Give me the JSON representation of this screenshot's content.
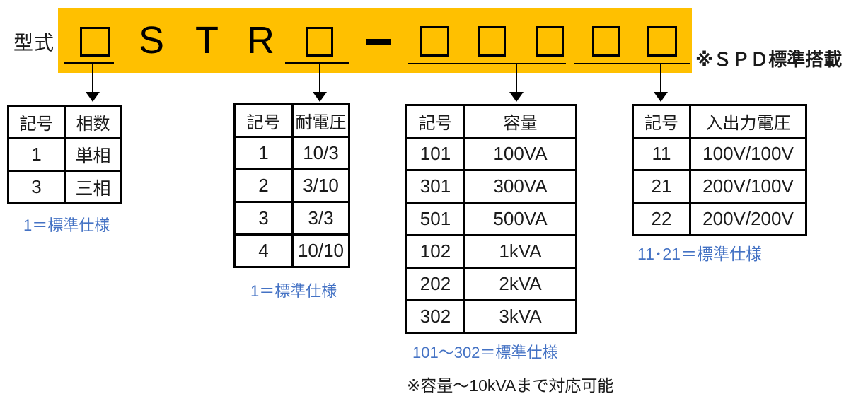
{
  "title_label": "型式",
  "banner": {
    "letters": [
      "S",
      "T",
      "R"
    ],
    "hyphen": "-",
    "spd_note": "※ＳＰＤ標準搭載",
    "box_groups": [
      {
        "boxes": 1,
        "links_to": "phase"
      },
      {
        "boxes": 1,
        "links_to": "withstand-voltage"
      },
      {
        "boxes": 3,
        "links_to": "capacity"
      },
      {
        "boxes": 2,
        "links_to": "io-voltage"
      }
    ]
  },
  "tables": [
    {
      "id": "phase",
      "headers": [
        "記号",
        "相数"
      ],
      "rows": [
        {
          "symbol": "1",
          "value": "単相",
          "standard": true
        },
        {
          "symbol": "3",
          "value": "三相",
          "standard": false
        }
      ],
      "caption": "1＝標準仕様"
    },
    {
      "id": "withstand-voltage",
      "headers": [
        "記号",
        "耐電圧"
      ],
      "rows": [
        {
          "symbol": "1",
          "value": "10/3",
          "standard": true
        },
        {
          "symbol": "2",
          "value": "3/10",
          "standard": false
        },
        {
          "symbol": "3",
          "value": "3/3",
          "standard": false
        },
        {
          "symbol": "4",
          "value": "10/10",
          "standard": false
        }
      ],
      "caption": "1＝標準仕様"
    },
    {
      "id": "capacity",
      "headers": [
        "記号",
        "容量"
      ],
      "rows": [
        {
          "symbol": "101",
          "value": "100VA",
          "standard": true
        },
        {
          "symbol": "301",
          "value": "300VA",
          "standard": true
        },
        {
          "symbol": "501",
          "value": "500VA",
          "standard": true
        },
        {
          "symbol": "102",
          "value": "1kVA",
          "standard": true
        },
        {
          "symbol": "202",
          "value": "2kVA",
          "standard": true
        },
        {
          "symbol": "302",
          "value": "3kVA",
          "standard": true
        }
      ],
      "caption": "101～302＝標準仕様",
      "note": "※容量～10kVAまで対応可能"
    },
    {
      "id": "io-voltage",
      "headers": [
        "記号",
        "入出力電圧"
      ],
      "rows": [
        {
          "symbol": "11",
          "value": "100V/100V",
          "standard": true
        },
        {
          "symbol": "21",
          "value": "200V/100V",
          "standard": true
        },
        {
          "symbol": "22",
          "value": "200V/200V",
          "standard": false
        }
      ],
      "caption": "11･21＝標準仕様"
    }
  ],
  "colors": {
    "banner": "#FFC000",
    "accent_blue": "#4472C4",
    "text": "#1A1A1A"
  }
}
